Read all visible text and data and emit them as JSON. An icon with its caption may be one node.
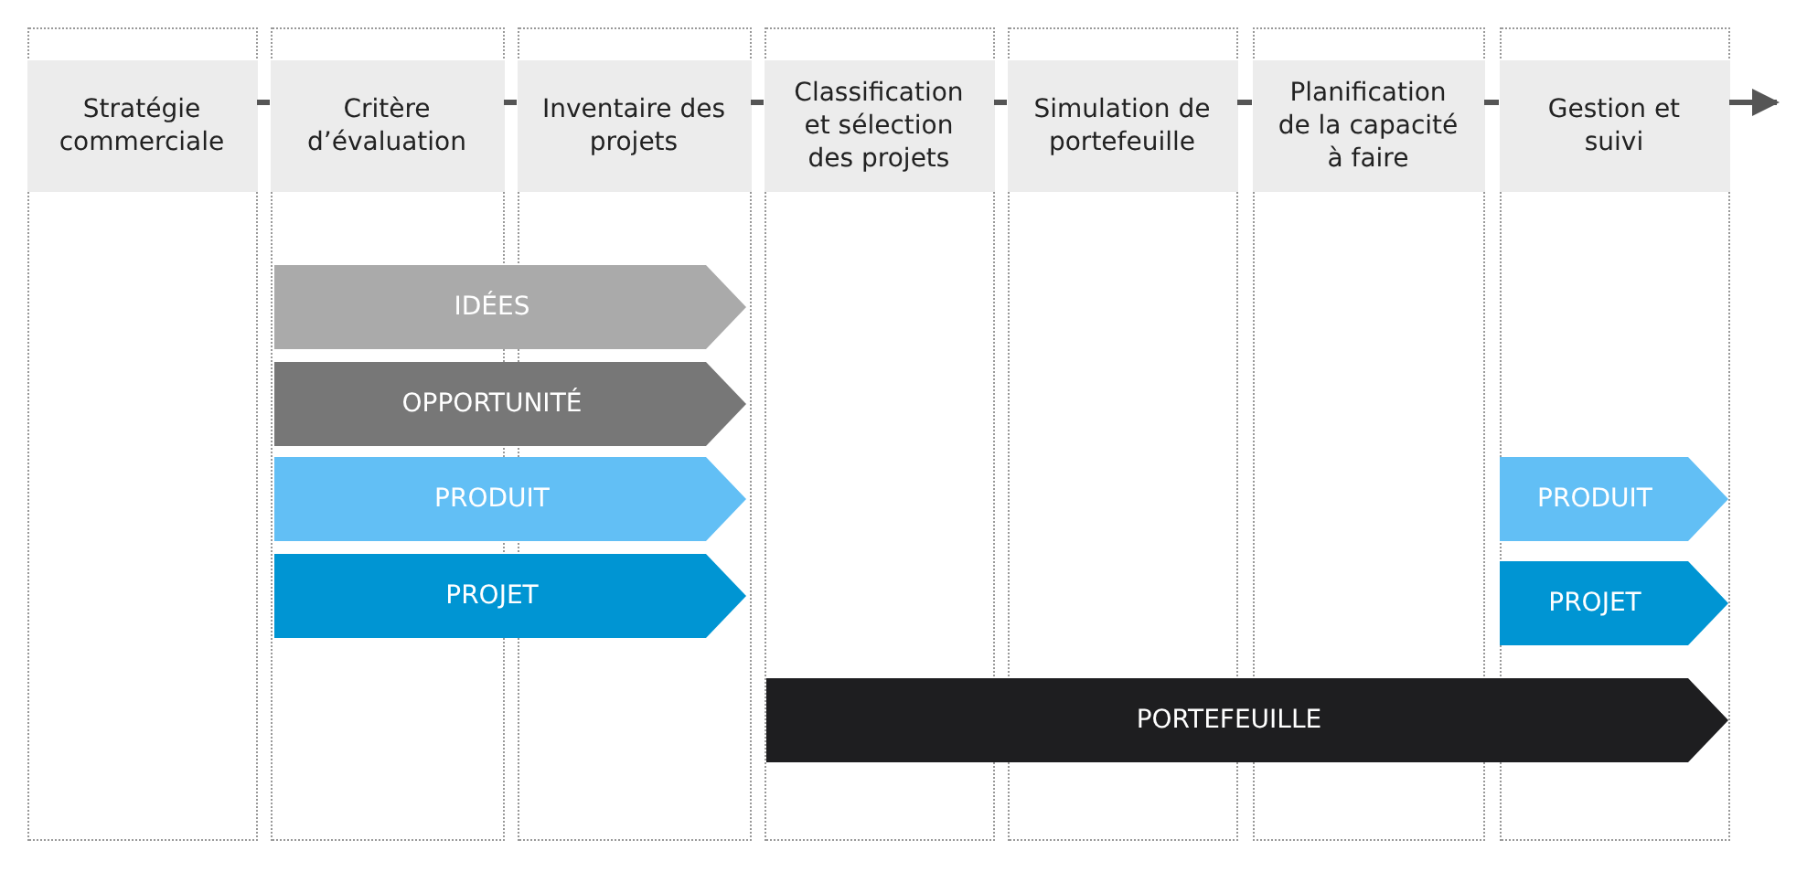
{
  "diagram": {
    "nodes": [
      {
        "text": [],
        "shape": "box"
      },
      {
        "text": [
          "Stratégie commerciale"
        ],
        "in": 0
      },
      {
        "text": [],
        "shape": "box"
      },
      {
        "text": [
          "Critère d’évaluation"
        ],
        "in": 2
      },
      {
        "text": [],
        "shape": "box"
      },
      {
        "text": [
          "Inventaire des projets"
        ],
        "in": 4
      },
      {
        "text": [],
        "shape": "box"
      },
      {
        "text": [
          "Classification et sélection des projets"
        ],
        "in": 6
      },
      {
        "text": [],
        "shape": "box"
      },
      {
        "text": [
          "Simulation de portefeuille"
        ],
        "in": 8
      },
      {
        "text": [],
        "shape": "box"
      },
      {
        "text": [
          "Planification de la capacité à faire"
        ],
        "in": 10
      },
      {
        "text": [],
        "shape": "box"
      },
      {
        "text": [
          "Gestion et suivi"
        ],
        "in": 12
      },
      {
        "text": [
          "IDÉES"
        ]
      },
      {
        "text": [
          "OPPORTUNITÉ"
        ]
      },
      {
        "text": [
          "PRODUIT"
        ]
      },
      {
        "text": [
          "PROJET"
        ]
      },
      {
        "text": [
          "PRODUIT"
        ],
        "in": 12
      },
      {
        "text": [
          "PROJET"
        ],
        "in": 12
      },
      {
        "text": [
          "PORTEFEUILLE"
        ]
      }
    ],
    "edges": [
      {
        "from": 1,
        "to": 3,
        "arrow": "none"
      },
      {
        "from": 3,
        "to": 5,
        "arrow": "none"
      },
      {
        "from": 5,
        "to": 7,
        "arrow": "none"
      },
      {
        "from": 7,
        "to": 9,
        "arrow": "none"
      },
      {
        "from": 9,
        "to": 11,
        "arrow": "none"
      },
      {
        "from": 11,
        "to": 13,
        "arrow": "none"
      },
      {
        "from": 13,
        "to": null,
        "arrow": "to"
      }
    ]
  }
}
